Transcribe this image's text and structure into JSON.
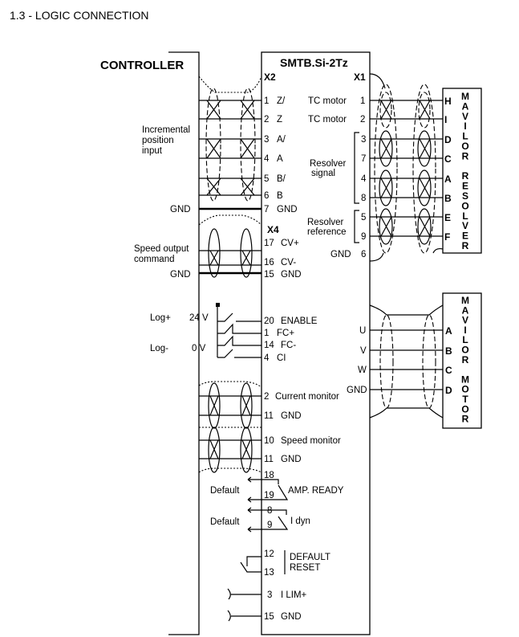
{
  "section_title": "1.3 - LOGIC CONNECTION",
  "controller": {
    "label": "CONTROLLER"
  },
  "drive": {
    "label": "SMTB.Si-2Tz",
    "connector_left": "X2",
    "connector_right": "X1",
    "connector_x4": "X4"
  },
  "x2_pins": [
    {
      "num": "1",
      "name": "Z/"
    },
    {
      "num": "2",
      "name": "Z"
    },
    {
      "num": "3",
      "name": "A/"
    },
    {
      "num": "4",
      "name": "A"
    },
    {
      "num": "5",
      "name": "B/"
    },
    {
      "num": "6",
      "name": "B"
    },
    {
      "num": "7",
      "name": "GND"
    }
  ],
  "x4_pins": [
    {
      "num": "17",
      "name": "CV+"
    },
    {
      "num": "16",
      "name": "CV-"
    },
    {
      "num": "15",
      "name": "GND"
    },
    {
      "num": "20",
      "name": "ENABLE"
    },
    {
      "num": "1",
      "name": "FC+"
    },
    {
      "num": "14",
      "name": "FC-"
    },
    {
      "num": "4",
      "name": "CI"
    },
    {
      "num": "2",
      "name": "Current monitor"
    },
    {
      "num": "11",
      "name": "GND"
    },
    {
      "num": "10",
      "name": "Speed monitor"
    },
    {
      "num": "11",
      "name": "GND"
    },
    {
      "num": "18",
      "name": ""
    },
    {
      "num": "19",
      "name": "AMP. READY"
    },
    {
      "num": "8",
      "name": ""
    },
    {
      "num": "9",
      "name": "I dyn"
    },
    {
      "num": "12",
      "name": ""
    },
    {
      "num": "13",
      "name": "DEFAULT RESET"
    },
    {
      "num": "3",
      "name": "I LIM+"
    },
    {
      "num": "15",
      "name": "GND"
    }
  ],
  "x1_pins": [
    {
      "num": "1",
      "label": "TC motor"
    },
    {
      "num": "2",
      "label": "TC motor"
    },
    {
      "num": "3",
      "label": ""
    },
    {
      "num": "7",
      "label": ""
    },
    {
      "num": "4",
      "label": ""
    },
    {
      "num": "8",
      "label": ""
    },
    {
      "num": "5",
      "label": ""
    },
    {
      "num": "9",
      "label": ""
    },
    {
      "num": "6",
      "label": "GND"
    }
  ],
  "controller_labels": {
    "incremental": [
      "Incremental",
      "position",
      "input"
    ],
    "gnd1": "GND",
    "speed_output": [
      "Speed output",
      "command"
    ],
    "gnd2": "GND",
    "log_plus": "Log+",
    "v24": "24 V",
    "log_minus": "Log-",
    "v0": "0 V",
    "default1": "Default",
    "default2": "Default",
    "default_reset": [
      "DEFAULT",
      "RESET"
    ]
  },
  "resolver_labels": {
    "signal": [
      "Resolver",
      "signal"
    ],
    "reference": [
      "Resolver",
      "reference"
    ]
  },
  "resolver": {
    "title_letters": [
      "M",
      "A",
      "V",
      "I",
      "L",
      "O",
      "R",
      "",
      "R",
      "E",
      "S",
      "O",
      "L",
      "V",
      "E",
      "R"
    ],
    "pins": [
      "H",
      "I",
      "D",
      "C",
      "A",
      "B",
      "E",
      "F"
    ]
  },
  "motor": {
    "title_letters": [
      "M",
      "A",
      "V",
      "I",
      "L",
      "O",
      "R",
      "",
      "M",
      "O",
      "T",
      "O",
      "R"
    ],
    "pins": [
      "A",
      "B",
      "C",
      "D"
    ],
    "phases": [
      "U",
      "V",
      "W",
      "GND"
    ]
  }
}
